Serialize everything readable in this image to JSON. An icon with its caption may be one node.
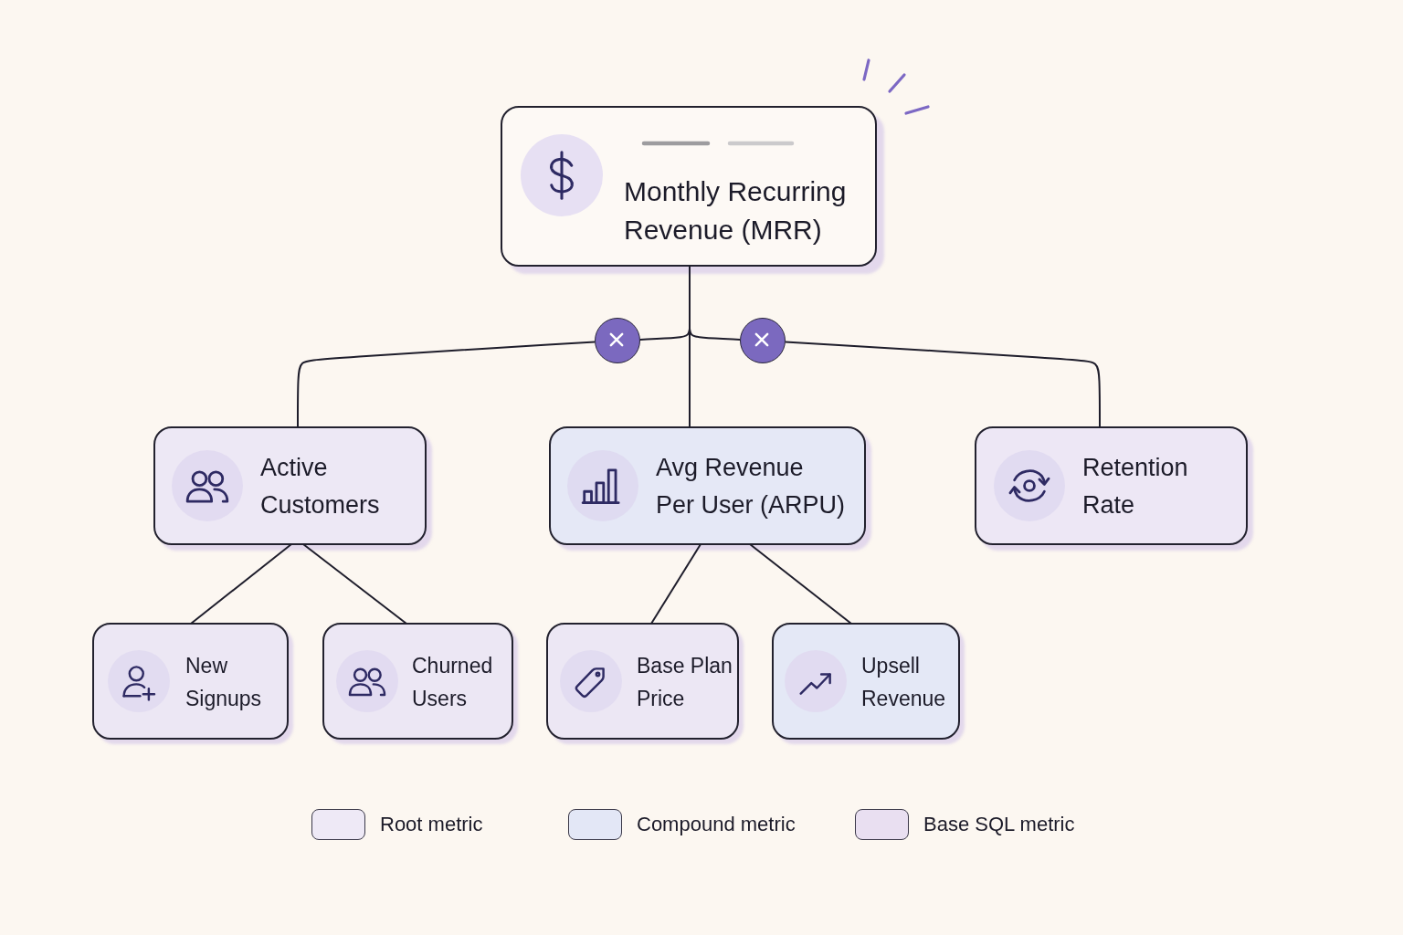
{
  "diagram": {
    "nodes": [
      {
        "text": [
          "Monthly Recurring Revenue (MRR)"
        ]
      },
      {
        "text": [
          "Active Customers"
        ]
      },
      {
        "text": [
          "Avg Revenue Per User (ARPU)"
        ]
      },
      {
        "text": [
          "Retention Rate"
        ]
      },
      {
        "text": [
          "New Signups"
        ]
      },
      {
        "text": [
          "Churned Users"
        ]
      },
      {
        "text": [
          "Base Plan Price"
        ]
      },
      {
        "text": [
          "Upsell Revenue"
        ]
      },
      {
        "text": [],
        "shape": "circle"
      },
      {
        "text": [],
        "shape": "circle"
      }
    ],
    "edges": [
      {
        "from": 0,
        "to": 8,
        "arrow": "none"
      },
      {
        "from": 8,
        "to": 1,
        "arrow": "none"
      },
      {
        "from": 0,
        "to": 9,
        "arrow": "none"
      },
      {
        "from": 9,
        "to": 3,
        "arrow": "none"
      },
      {
        "from": 0,
        "to": 2,
        "arrow": "none"
      },
      {
        "from": 1,
        "to": 4,
        "arrow": "none"
      },
      {
        "from": 1,
        "to": 5,
        "arrow": "none"
      },
      {
        "from": 2,
        "to": 6,
        "arrow": "none"
      },
      {
        "from": 2,
        "to": 7,
        "arrow": "none"
      }
    ],
    "legend": [
      {
        "text": "Root metric",
        "color": "#eee9f6"
      },
      {
        "text": "Compound metric",
        "color": "#e3e7f6"
      },
      {
        "text": "Base SQL metric",
        "color": "#e9dff1"
      }
    ]
  }
}
